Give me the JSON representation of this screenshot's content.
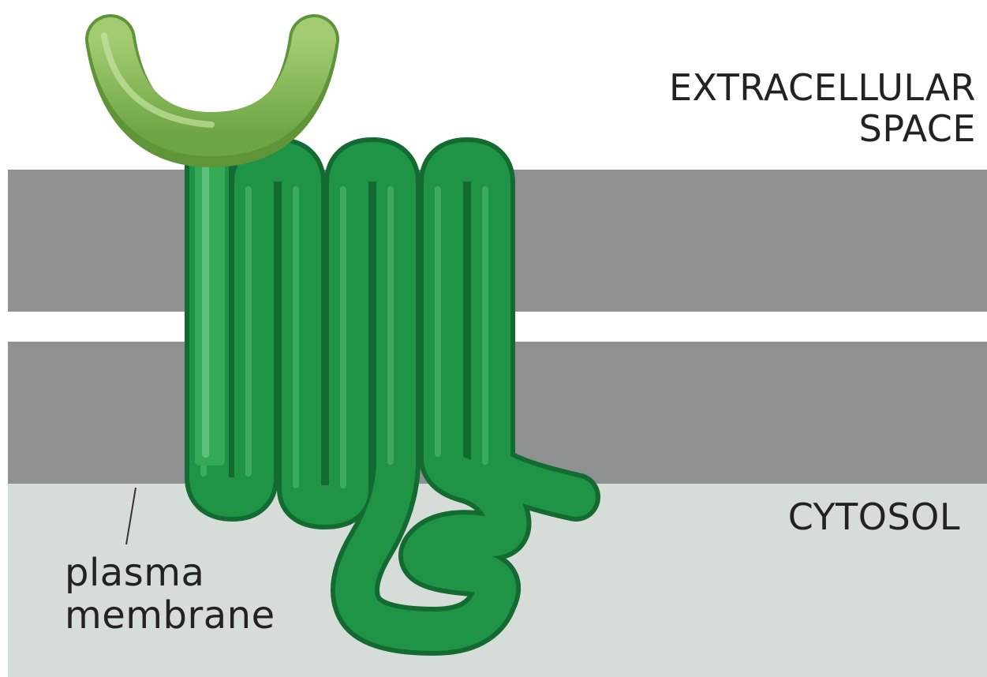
{
  "labels": {
    "extracellular_line1": "EXTRACELLULAR",
    "extracellular_line2": "SPACE",
    "cytosol": "CYTOSOL",
    "plasma_membrane_line1": "plasma",
    "plasma_membrane_line2": "membrane"
  },
  "colors": {
    "extracellular_background": "#ffffff",
    "membrane_layer": "#8d9291",
    "cytosol_background": "#d6dcd8",
    "receptor_body": "#1f9446",
    "receptor_highlight": "#57bf74",
    "ligand_binding_domain": "#7fb650",
    "leader_line": "#333333"
  },
  "icons": [
    "receptor-protein",
    "ligand-binding-cup"
  ]
}
